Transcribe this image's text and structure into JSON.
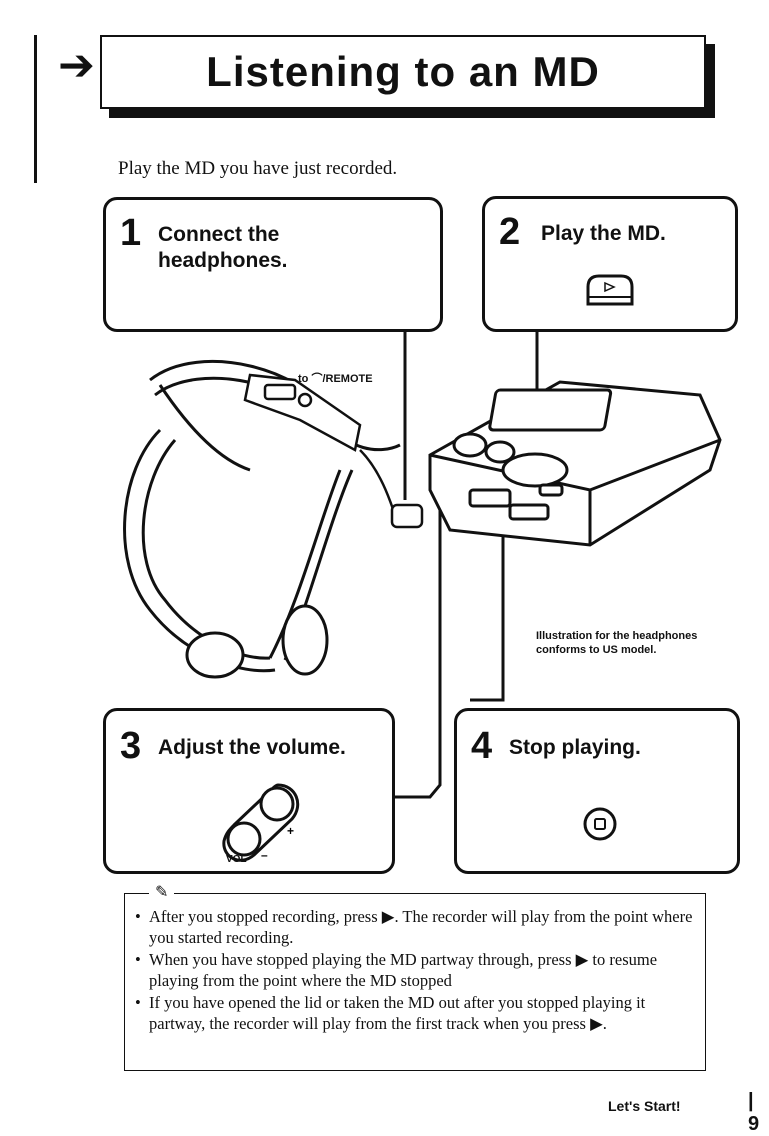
{
  "header": {
    "arrow": "➔",
    "title": "Listening to an MD"
  },
  "intro": "Play the MD you have just recorded.",
  "steps": [
    {
      "number": "1",
      "label": "Connect the headphones."
    },
    {
      "number": "2",
      "label": "Play the MD."
    },
    {
      "number": "3",
      "label": "Adjust the volume."
    },
    {
      "number": "4",
      "label": "Stop playing."
    }
  ],
  "illustration": {
    "remote_label": "to ⌒/REMOTE",
    "note": "Illustration for the headphones conforms to US model.",
    "vol_label": "VOL",
    "plus": "+",
    "minus": "–"
  },
  "notes": {
    "icon": "note-icon",
    "items": [
      "After you stopped recording, press ▶. The recorder will play from the point where you started recording.",
      "When you have stopped playing the MD partway through, press ▶ to resume playing from the point where the MD stopped",
      "If you have opened the lid or taken the MD out after you stopped playing it partway, the recorder will play from the first track when you press ▶."
    ]
  },
  "footer": {
    "text": "Let's Start!",
    "page": "| 9"
  }
}
